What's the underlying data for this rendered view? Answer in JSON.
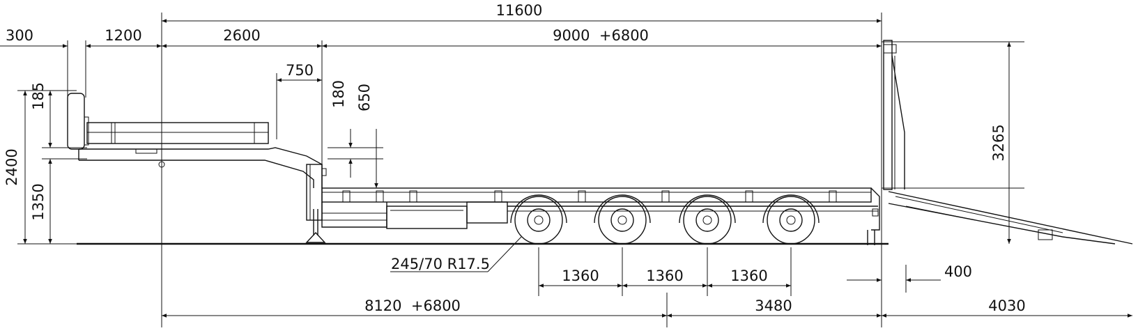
{
  "dimensions": {
    "overall_length": "11600",
    "front_overhang": "300",
    "gooseneck_front": "1200",
    "gooseneck_length": "2600",
    "deck_length": "9000  +6800",
    "step_length": "750",
    "deck_step_height": "180",
    "deck_height": "650",
    "gooseneck_top": "185",
    "total_height": "2400",
    "coupling_height": "1350",
    "ramp_height": "3265",
    "axle_spacing_1": "1360",
    "axle_spacing_2": "1360",
    "axle_spacing_3": "1360",
    "ramp_offset": "400",
    "wheelbase": "8120  +6800",
    "rear_overhang": "3480",
    "ramp_length": "4030"
  },
  "tire_label": "245/70 R17.5",
  "colors": {
    "ink": "#111111",
    "background": "#ffffff"
  }
}
